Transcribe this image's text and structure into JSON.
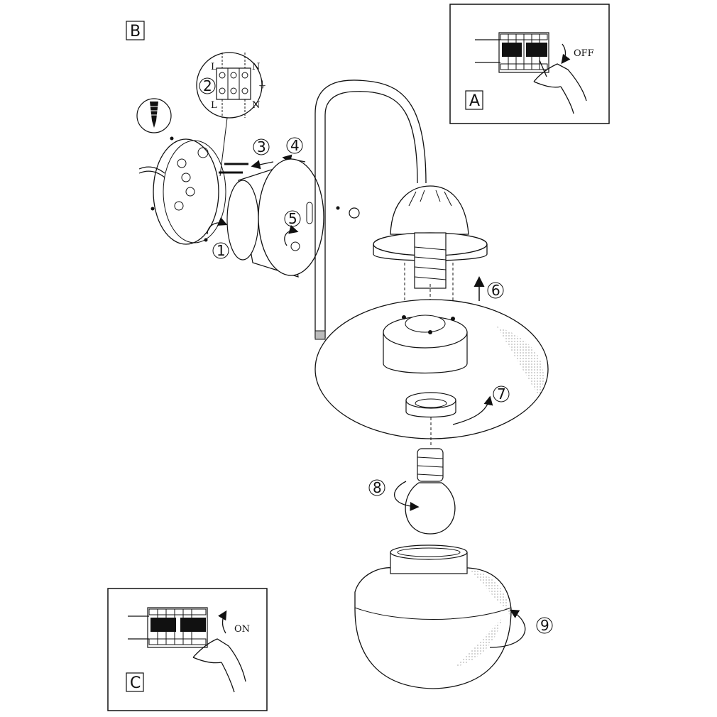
{
  "panels": {
    "a": {
      "label": "A",
      "switch_state": "OFF"
    },
    "b": {
      "label": "B"
    },
    "c": {
      "label": "C",
      "switch_state": "ON"
    }
  },
  "terminal_block": {
    "step": "2",
    "top_left": "L",
    "top_right": "N",
    "bottom_left": "L",
    "bottom_right": "N",
    "earth_symbol": "⏚"
  },
  "steps": [
    "1",
    "3",
    "4",
    "5",
    "6",
    "7",
    "8",
    "9"
  ]
}
